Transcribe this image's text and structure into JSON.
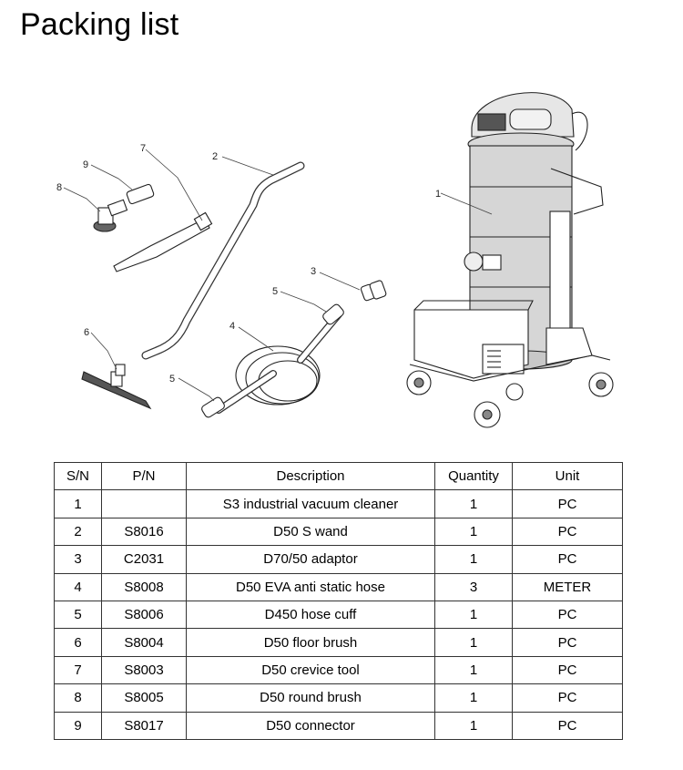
{
  "page": {
    "title": "Packing list"
  },
  "figure": {
    "callouts": [
      "1",
      "2",
      "3",
      "4",
      "5",
      "5",
      "6",
      "7",
      "8",
      "9"
    ]
  },
  "table": {
    "headers": [
      "S/N",
      "P/N",
      "Description",
      "Quantity",
      "Unit"
    ],
    "rows": [
      [
        "1",
        "",
        "S3 industrial vacuum cleaner",
        "1",
        "PC"
      ],
      [
        "2",
        "S8016",
        "D50 S wand",
        "1",
        "PC"
      ],
      [
        "3",
        "C2031",
        "D70/50 adaptor",
        "1",
        "PC"
      ],
      [
        "4",
        "S8008",
        "D50 EVA anti static hose",
        "3",
        "METER"
      ],
      [
        "5",
        "S8006",
        "D450 hose cuff",
        "1",
        "PC"
      ],
      [
        "6",
        "S8004",
        "D50 floor brush",
        "1",
        "PC"
      ],
      [
        "7",
        "S8003",
        "D50 crevice tool",
        "1",
        "PC"
      ],
      [
        "8",
        "S8005",
        "D50 round brush",
        "1",
        "PC"
      ],
      [
        "9",
        "S8017",
        "D50 connector",
        "1",
        "PC"
      ]
    ]
  }
}
